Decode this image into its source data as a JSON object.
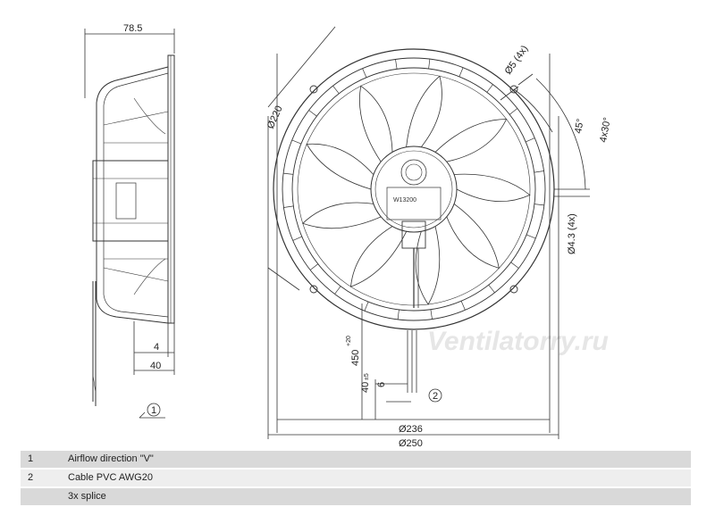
{
  "dimensions": {
    "depth": "78.5",
    "d220": "Ø220",
    "hole5": "Ø5 (4x)",
    "angle45": "45°",
    "angle4x30": "4x30°",
    "hole43": "Ø4.3 (4x)",
    "d236": "Ø236",
    "d250": "Ø250",
    "dim4": "4",
    "dim40": "40",
    "cable450": "450",
    "cable450_tol": "+20",
    "lead40": "40",
    "lead40_tol": "±5",
    "strip6": "6"
  },
  "callouts": {
    "c1": "1",
    "c2": "2"
  },
  "labels": {
    "hub_text": "W13200",
    "watermark": "Ventilatorry.ru"
  },
  "legend": [
    {
      "num": "1",
      "text": "Airflow direction \"V\""
    },
    {
      "num": "2",
      "text": "Cable PVC AWG20"
    },
    {
      "num": "",
      "text": "3x splice"
    }
  ]
}
